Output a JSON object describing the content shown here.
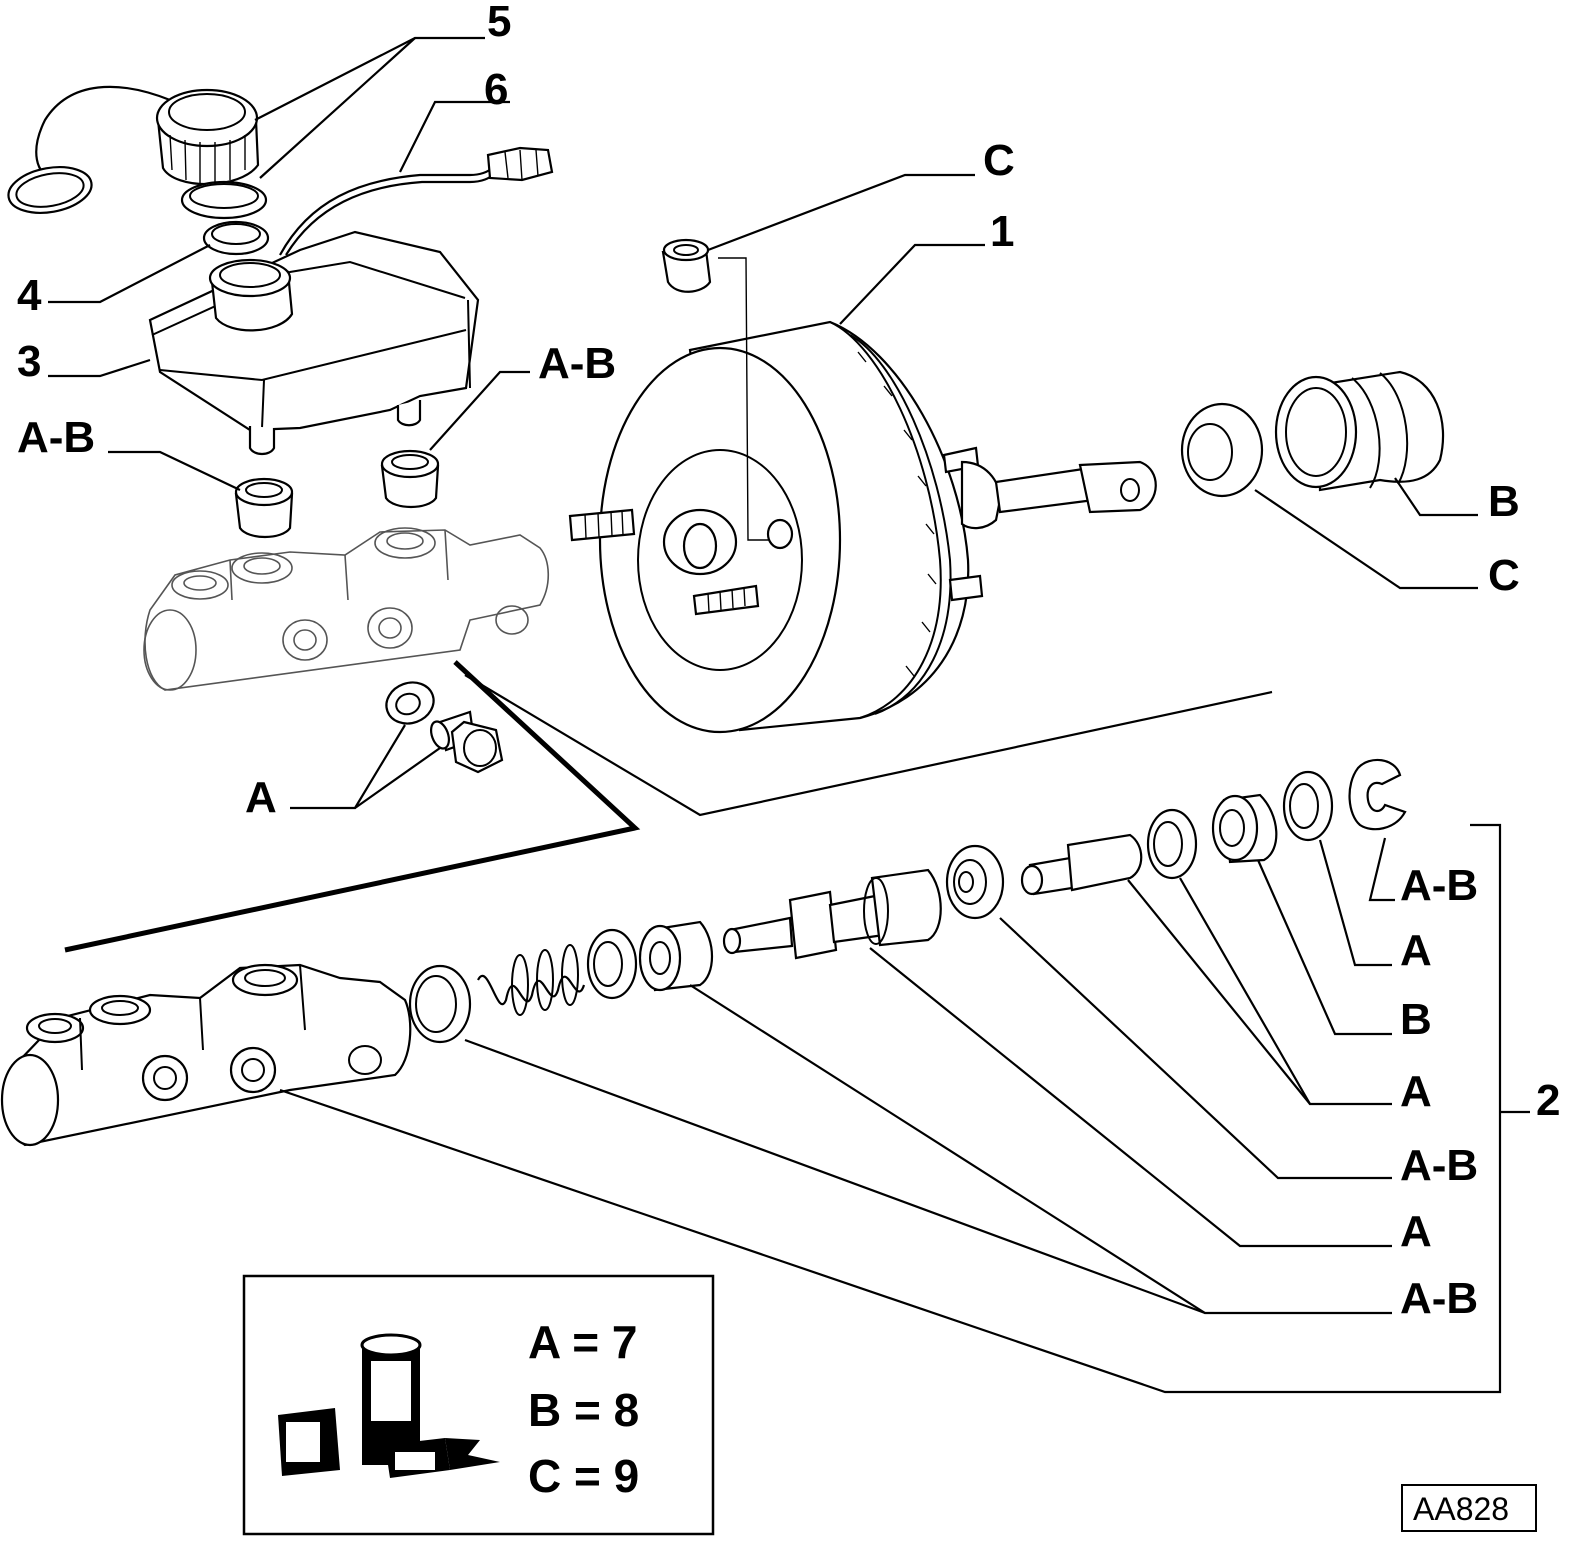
{
  "callouts": {
    "c1": "1",
    "c2": "2",
    "c3": "3",
    "c4": "4",
    "c5": "5",
    "c6": "6",
    "c_top": "C",
    "c_right": "C",
    "b_right": "B",
    "ab_left": "A-B",
    "ab_mid": "A-B",
    "a_bottom": "A",
    "kit_ab_1": "A-B",
    "kit_a_1": "A",
    "kit_b_1": "B",
    "kit_a_2": "A",
    "kit_ab_2": "A-B",
    "kit_a_3": "A",
    "kit_ab_3": "A-B"
  },
  "legend": {
    "line_a": "A = 7",
    "line_b": "B = 8",
    "line_c": "C = 9"
  },
  "drawing_code": "AA828"
}
